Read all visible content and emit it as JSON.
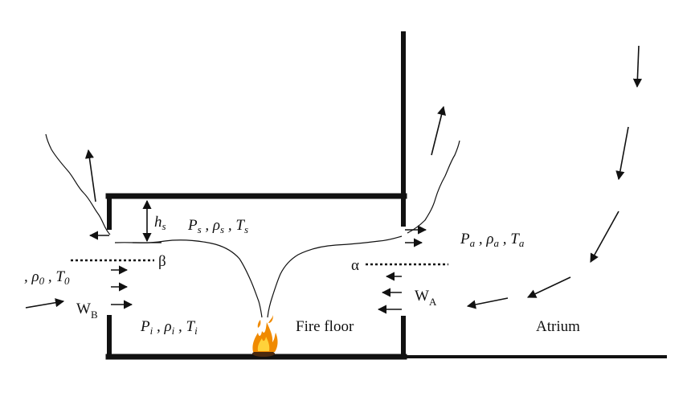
{
  "labels": {
    "hs": {
      "main": "h",
      "sub": "s"
    },
    "upper_layer": [
      {
        "sym": "P",
        "sub": "s"
      },
      {
        "sym": "ρ",
        "sub": "s"
      },
      {
        "sym": "T",
        "sub": "s"
      }
    ],
    "lower_layer": [
      {
        "sym": "P",
        "sub": "i"
      },
      {
        "sym": "ρ",
        "sub": "i"
      },
      {
        "sym": "T",
        "sub": "i"
      }
    ],
    "atrium_props": [
      {
        "sym": "P",
        "sub": "a"
      },
      {
        "sym": "ρ",
        "sub": "a"
      },
      {
        "sym": "T",
        "sub": "a"
      }
    ],
    "outside_props": [
      {
        "sym": "ρ",
        "sub": "0"
      },
      {
        "sym": "T",
        "sub": "0"
      }
    ],
    "separator": " , ",
    "beta": "β",
    "alpha": "α",
    "wb": {
      "main": "W",
      "sub": "B"
    },
    "wa": {
      "main": "W",
      "sub": "A"
    },
    "fire_floor": "Fire floor",
    "atrium": "Atrium"
  },
  "colors": {
    "line": "#111111",
    "flame_outer": "#f08a00",
    "flame_inner": "#ffd23a"
  }
}
